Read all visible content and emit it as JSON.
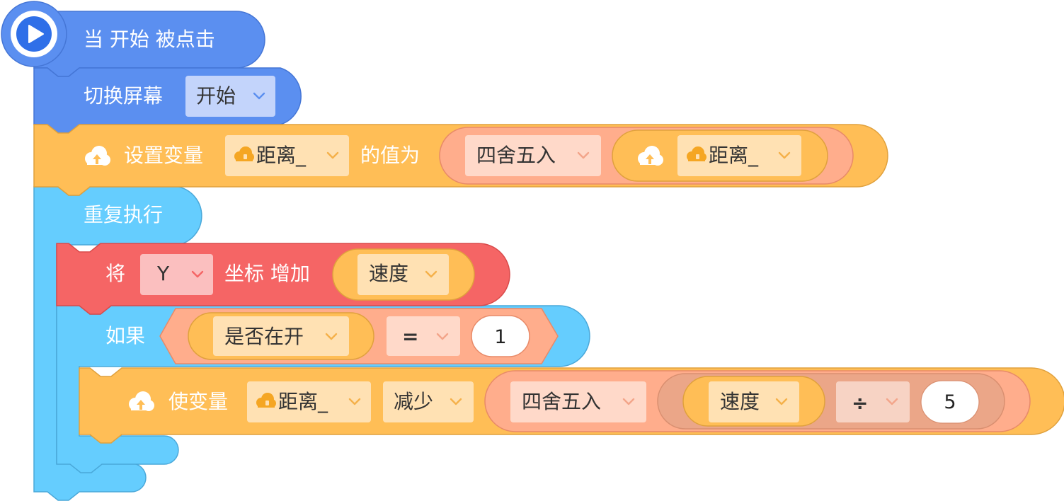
{
  "colors": {
    "event_blue": "#5b8ff0",
    "variable_orange": "#ffbe56",
    "math_salmon": "#ffad8c",
    "control_cyan": "#65cdfe",
    "motion_red": "#f56565"
  },
  "hat": {
    "label": "当 开始 被点击",
    "icon": "play-icon"
  },
  "switch_screen": {
    "label": "切换屏幕",
    "dropdown": "开始"
  },
  "set_var": {
    "label": "设置变量",
    "variable": "距离_",
    "to_label": "的值为",
    "round_label": "四舍五入",
    "inner_variable": "距离_",
    "icon": "cloud-upload-icon"
  },
  "forever": {
    "label": "重复执行"
  },
  "change_y": {
    "label_pre": "将",
    "axis": "Y",
    "label_post": "坐标 增加",
    "value_var": "速度"
  },
  "if_block": {
    "label": "如果",
    "condition_var": "是否在开",
    "operator": "=",
    "compare_value": "1"
  },
  "change_var": {
    "label": "使变量",
    "variable": "距离_",
    "mode": "减少",
    "round_label": "四舍五入",
    "var_b": "速度",
    "operator": "÷",
    "divisor": "5",
    "icon": "cloud-upload-icon"
  }
}
